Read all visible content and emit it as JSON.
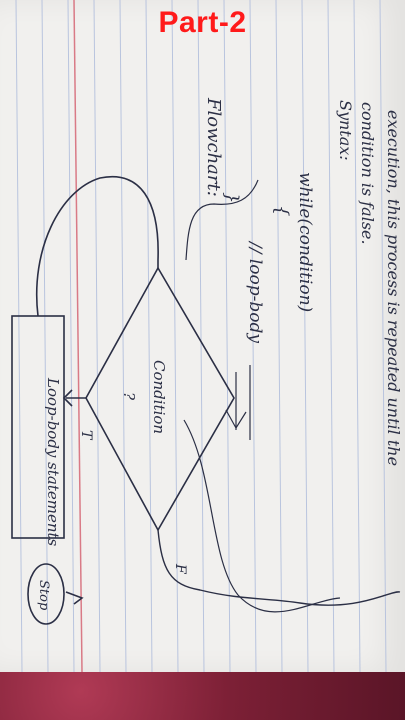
{
  "banner": {
    "title": "Part-2"
  },
  "notes": {
    "line1": "execution, this process is repeated until the",
    "line2": "condition is false.",
    "line3": "Syntax:",
    "flowchart_label": "Flowchart:",
    "code_while": "while(condition)",
    "code_open": "{",
    "code_body": "// loop-body",
    "code_close": "}"
  },
  "flowchart": {
    "decision": "Condition",
    "decision_sub": "?",
    "true_label": "T",
    "false_label": "F",
    "process": "Loop-body statements",
    "terminal": "Stop"
  },
  "colors": {
    "title_red": "#ff1a1a",
    "ink": "#2b2f45",
    "rule_blue": "#b9c4de",
    "margin_red": "#d97a86",
    "cloth": "#8a2a3e"
  }
}
